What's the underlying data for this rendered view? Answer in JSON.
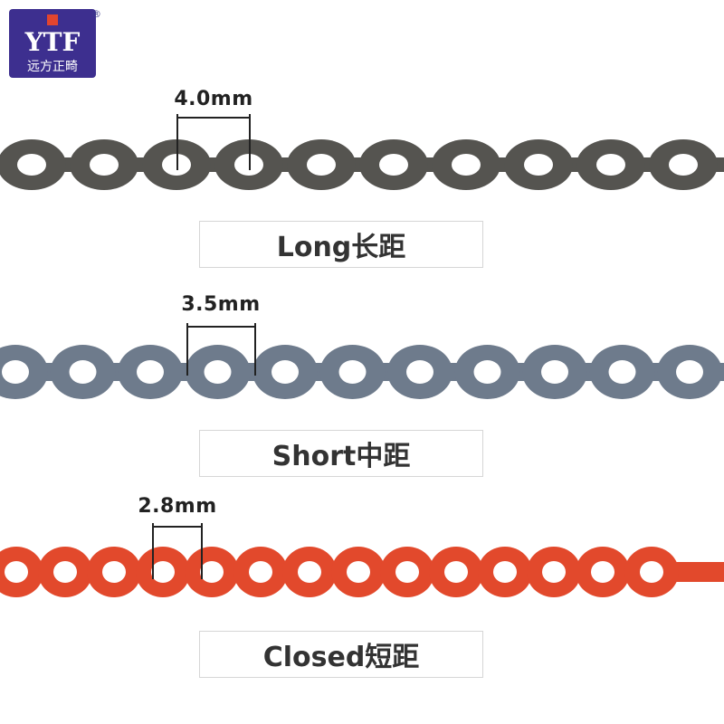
{
  "brand": {
    "logo_letters": "YTF",
    "logo_chinese": "远方正畸",
    "registered_mark": "®",
    "logo_color": "#3d2f8f",
    "logo_accent": "#e2452e"
  },
  "chains": [
    {
      "id": "long",
      "measure": "4.0mm",
      "label": "Long长距",
      "color": "#555450",
      "ring_count": 10
    },
    {
      "id": "short",
      "measure": "3.5mm",
      "label": "Short中距",
      "color": "#6e7b8c",
      "ring_count": 11
    },
    {
      "id": "closed",
      "measure": "2.8mm",
      "label": "Closed短距",
      "color": "#e2492c",
      "ring_count": 14
    }
  ]
}
